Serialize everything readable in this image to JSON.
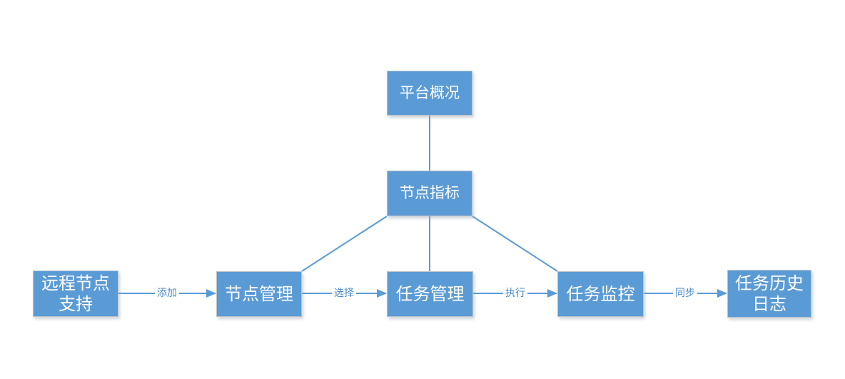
{
  "diagram": {
    "title": "",
    "nodes": [
      {
        "id": "platform-overview",
        "label": "平台概况"
      },
      {
        "id": "node-metrics",
        "label": "节点指标"
      },
      {
        "id": "remote-node-support",
        "label": "远程节点\n支持"
      },
      {
        "id": "node-management",
        "label": "节点管理"
      },
      {
        "id": "task-management",
        "label": "任务管理"
      },
      {
        "id": "task-monitoring",
        "label": "任务监控"
      },
      {
        "id": "task-history-log",
        "label": "任务历史\n日志"
      }
    ],
    "edges": [
      {
        "from": "platform-overview",
        "to": "node-metrics",
        "label": "",
        "style": "plain-line"
      },
      {
        "from": "node-metrics",
        "to": "node-management",
        "label": "",
        "style": "plain-line"
      },
      {
        "from": "node-metrics",
        "to": "task-management",
        "label": "",
        "style": "plain-line"
      },
      {
        "from": "node-metrics",
        "to": "task-monitoring",
        "label": "",
        "style": "plain-line"
      },
      {
        "from": "remote-node-support",
        "to": "node-management",
        "label": "添加",
        "style": "arrow"
      },
      {
        "from": "node-management",
        "to": "task-management",
        "label": "选择",
        "style": "arrow"
      },
      {
        "from": "task-management",
        "to": "task-monitoring",
        "label": "执行",
        "style": "arrow"
      },
      {
        "from": "task-monitoring",
        "to": "task-history-log",
        "label": "同步",
        "style": "arrow"
      }
    ],
    "colors": {
      "node_fill": "#5B9BD5",
      "node_border": "#BDC3C9",
      "node_text": "#FFFFFF",
      "connector": "#5B9BD5",
      "edge_label_text": "#4A8ACB",
      "background": "#FFFFFF"
    }
  }
}
